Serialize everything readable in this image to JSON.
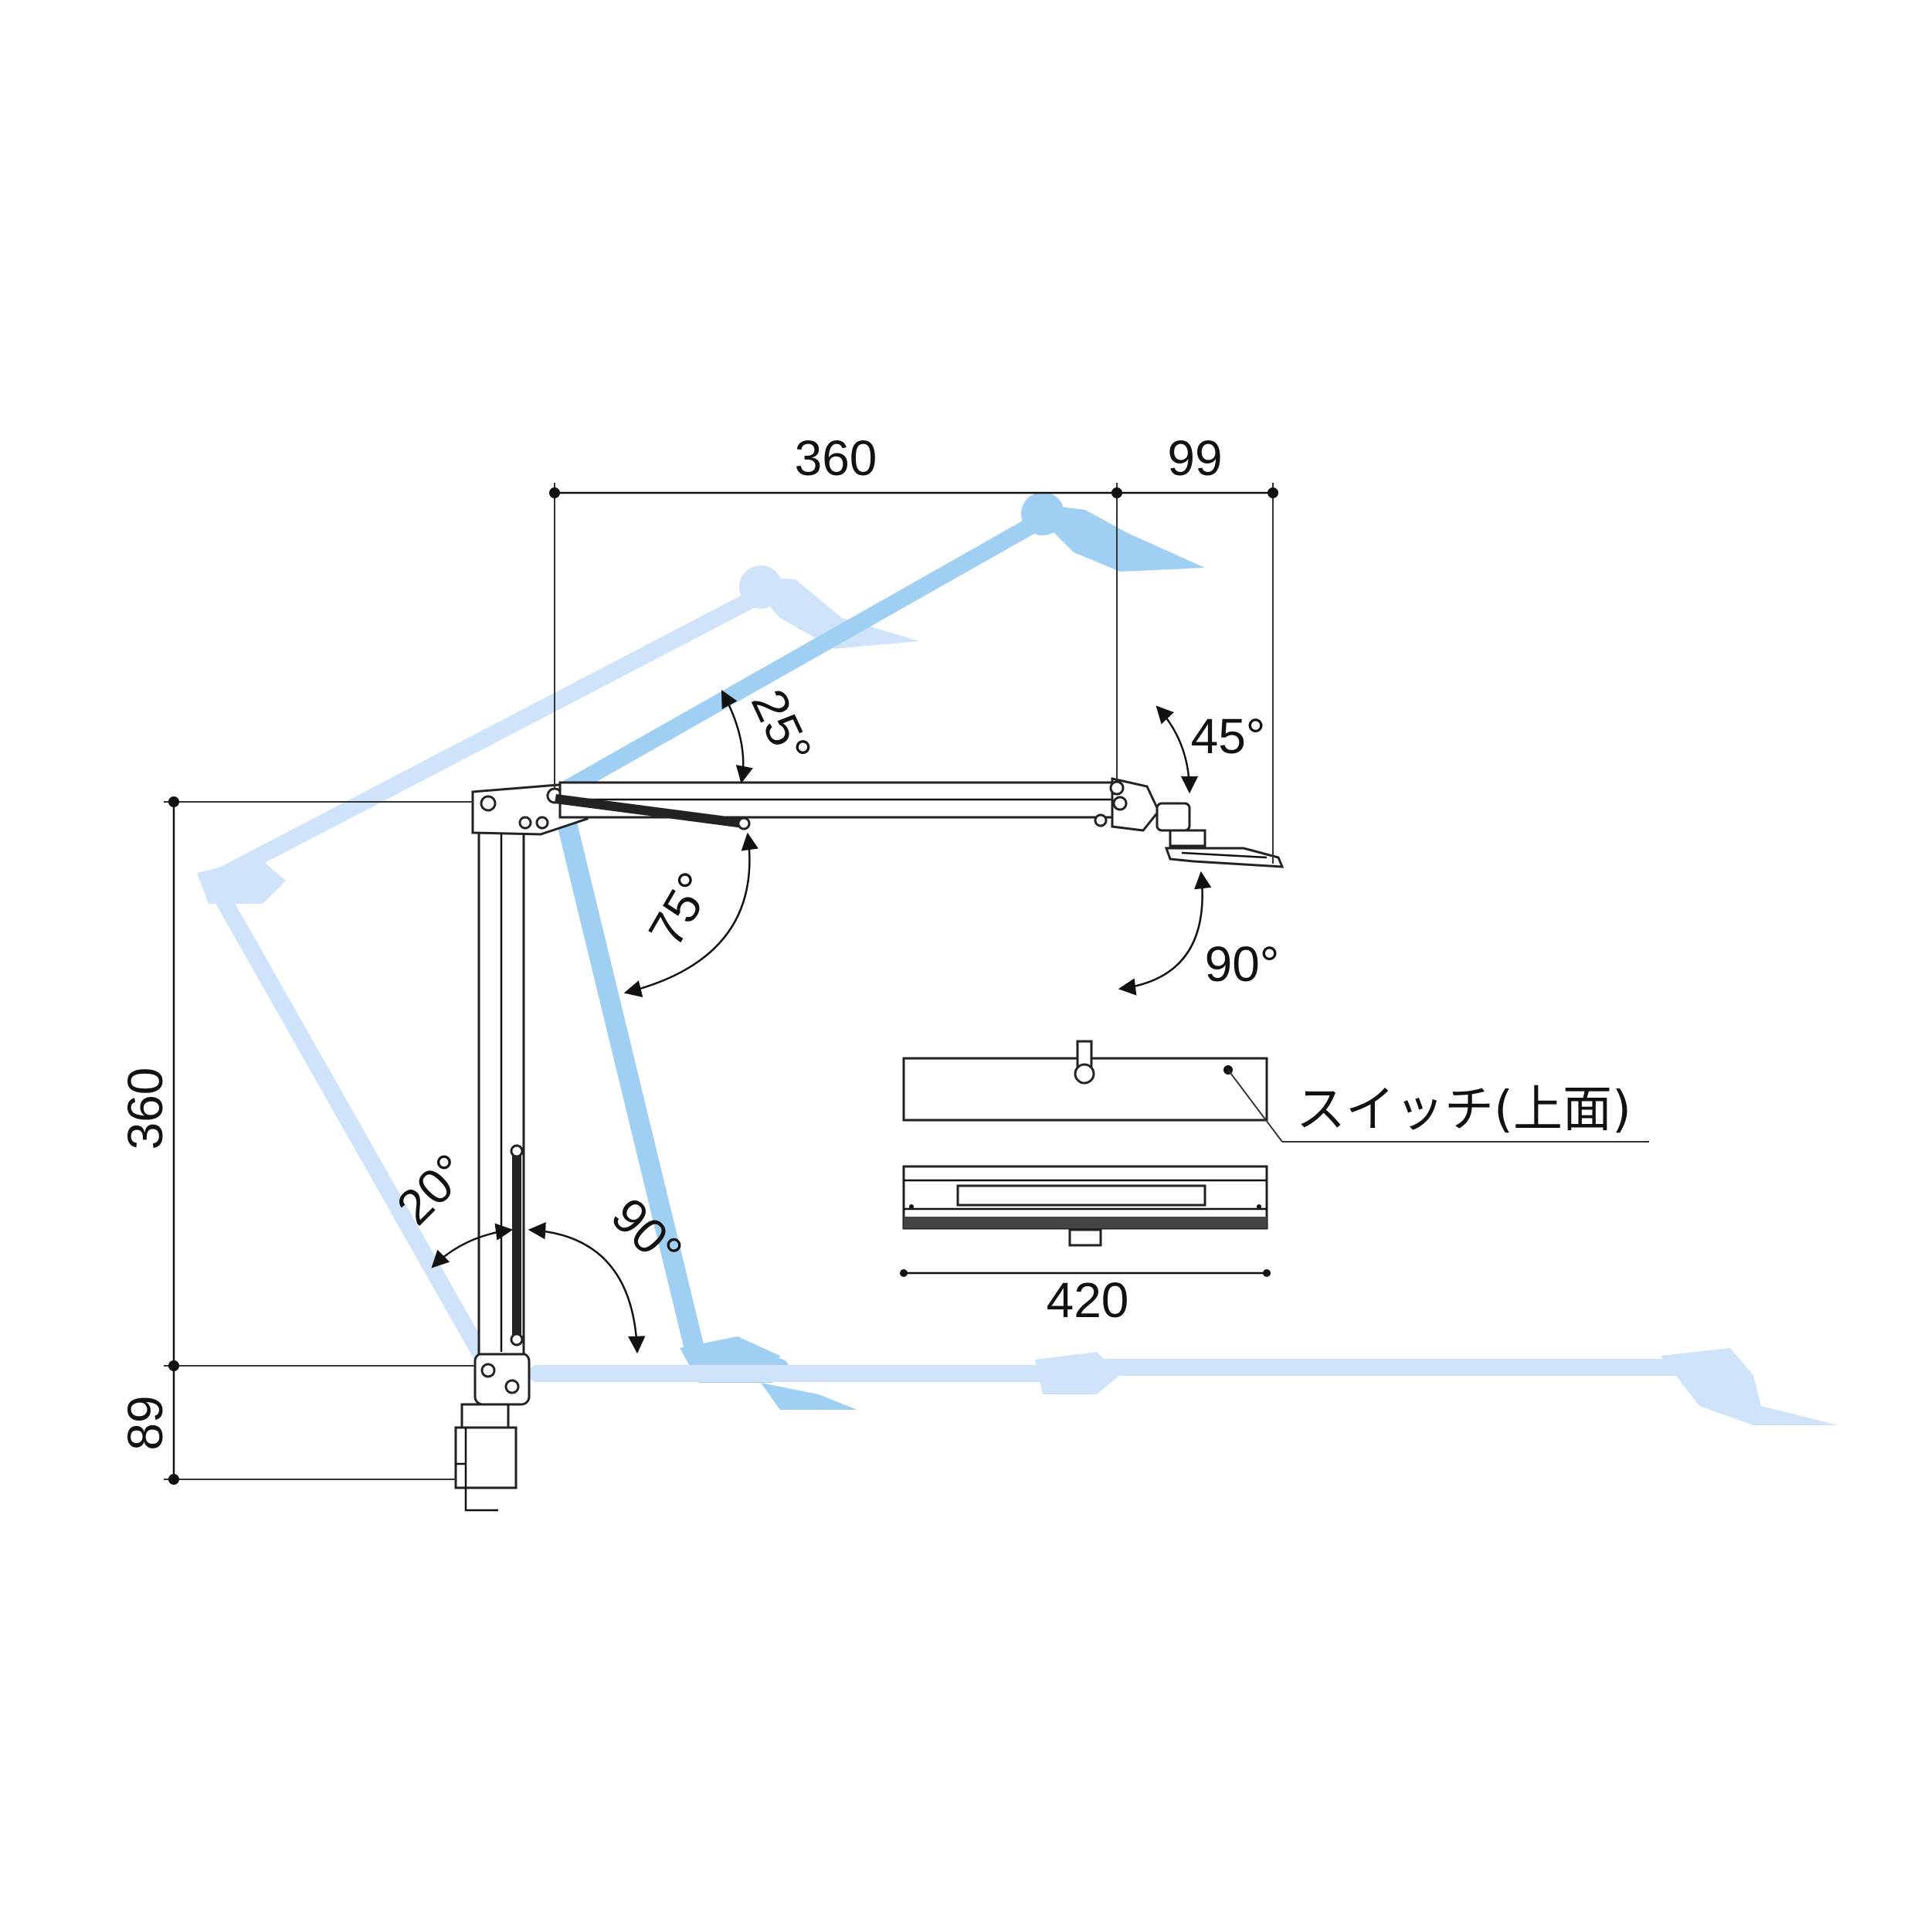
{
  "dimensions": {
    "arm_length_top": "360",
    "head_offset": "99",
    "pole_height": "360",
    "clamp_height": "89",
    "head_width": "420"
  },
  "angles": {
    "upper_arm_tilt": "25°",
    "head_tilt": "45°",
    "upper_arm_range": "75°",
    "head_rotation": "90°",
    "pole_back_tilt": "20°",
    "pole_forward_tilt": "90°"
  },
  "annotations": {
    "switch_label": "スイッチ(上面)"
  },
  "colors": {
    "line": "#111111",
    "ghost_light": "#cfe4fa",
    "ghost_mid": "#9fd0f3"
  }
}
